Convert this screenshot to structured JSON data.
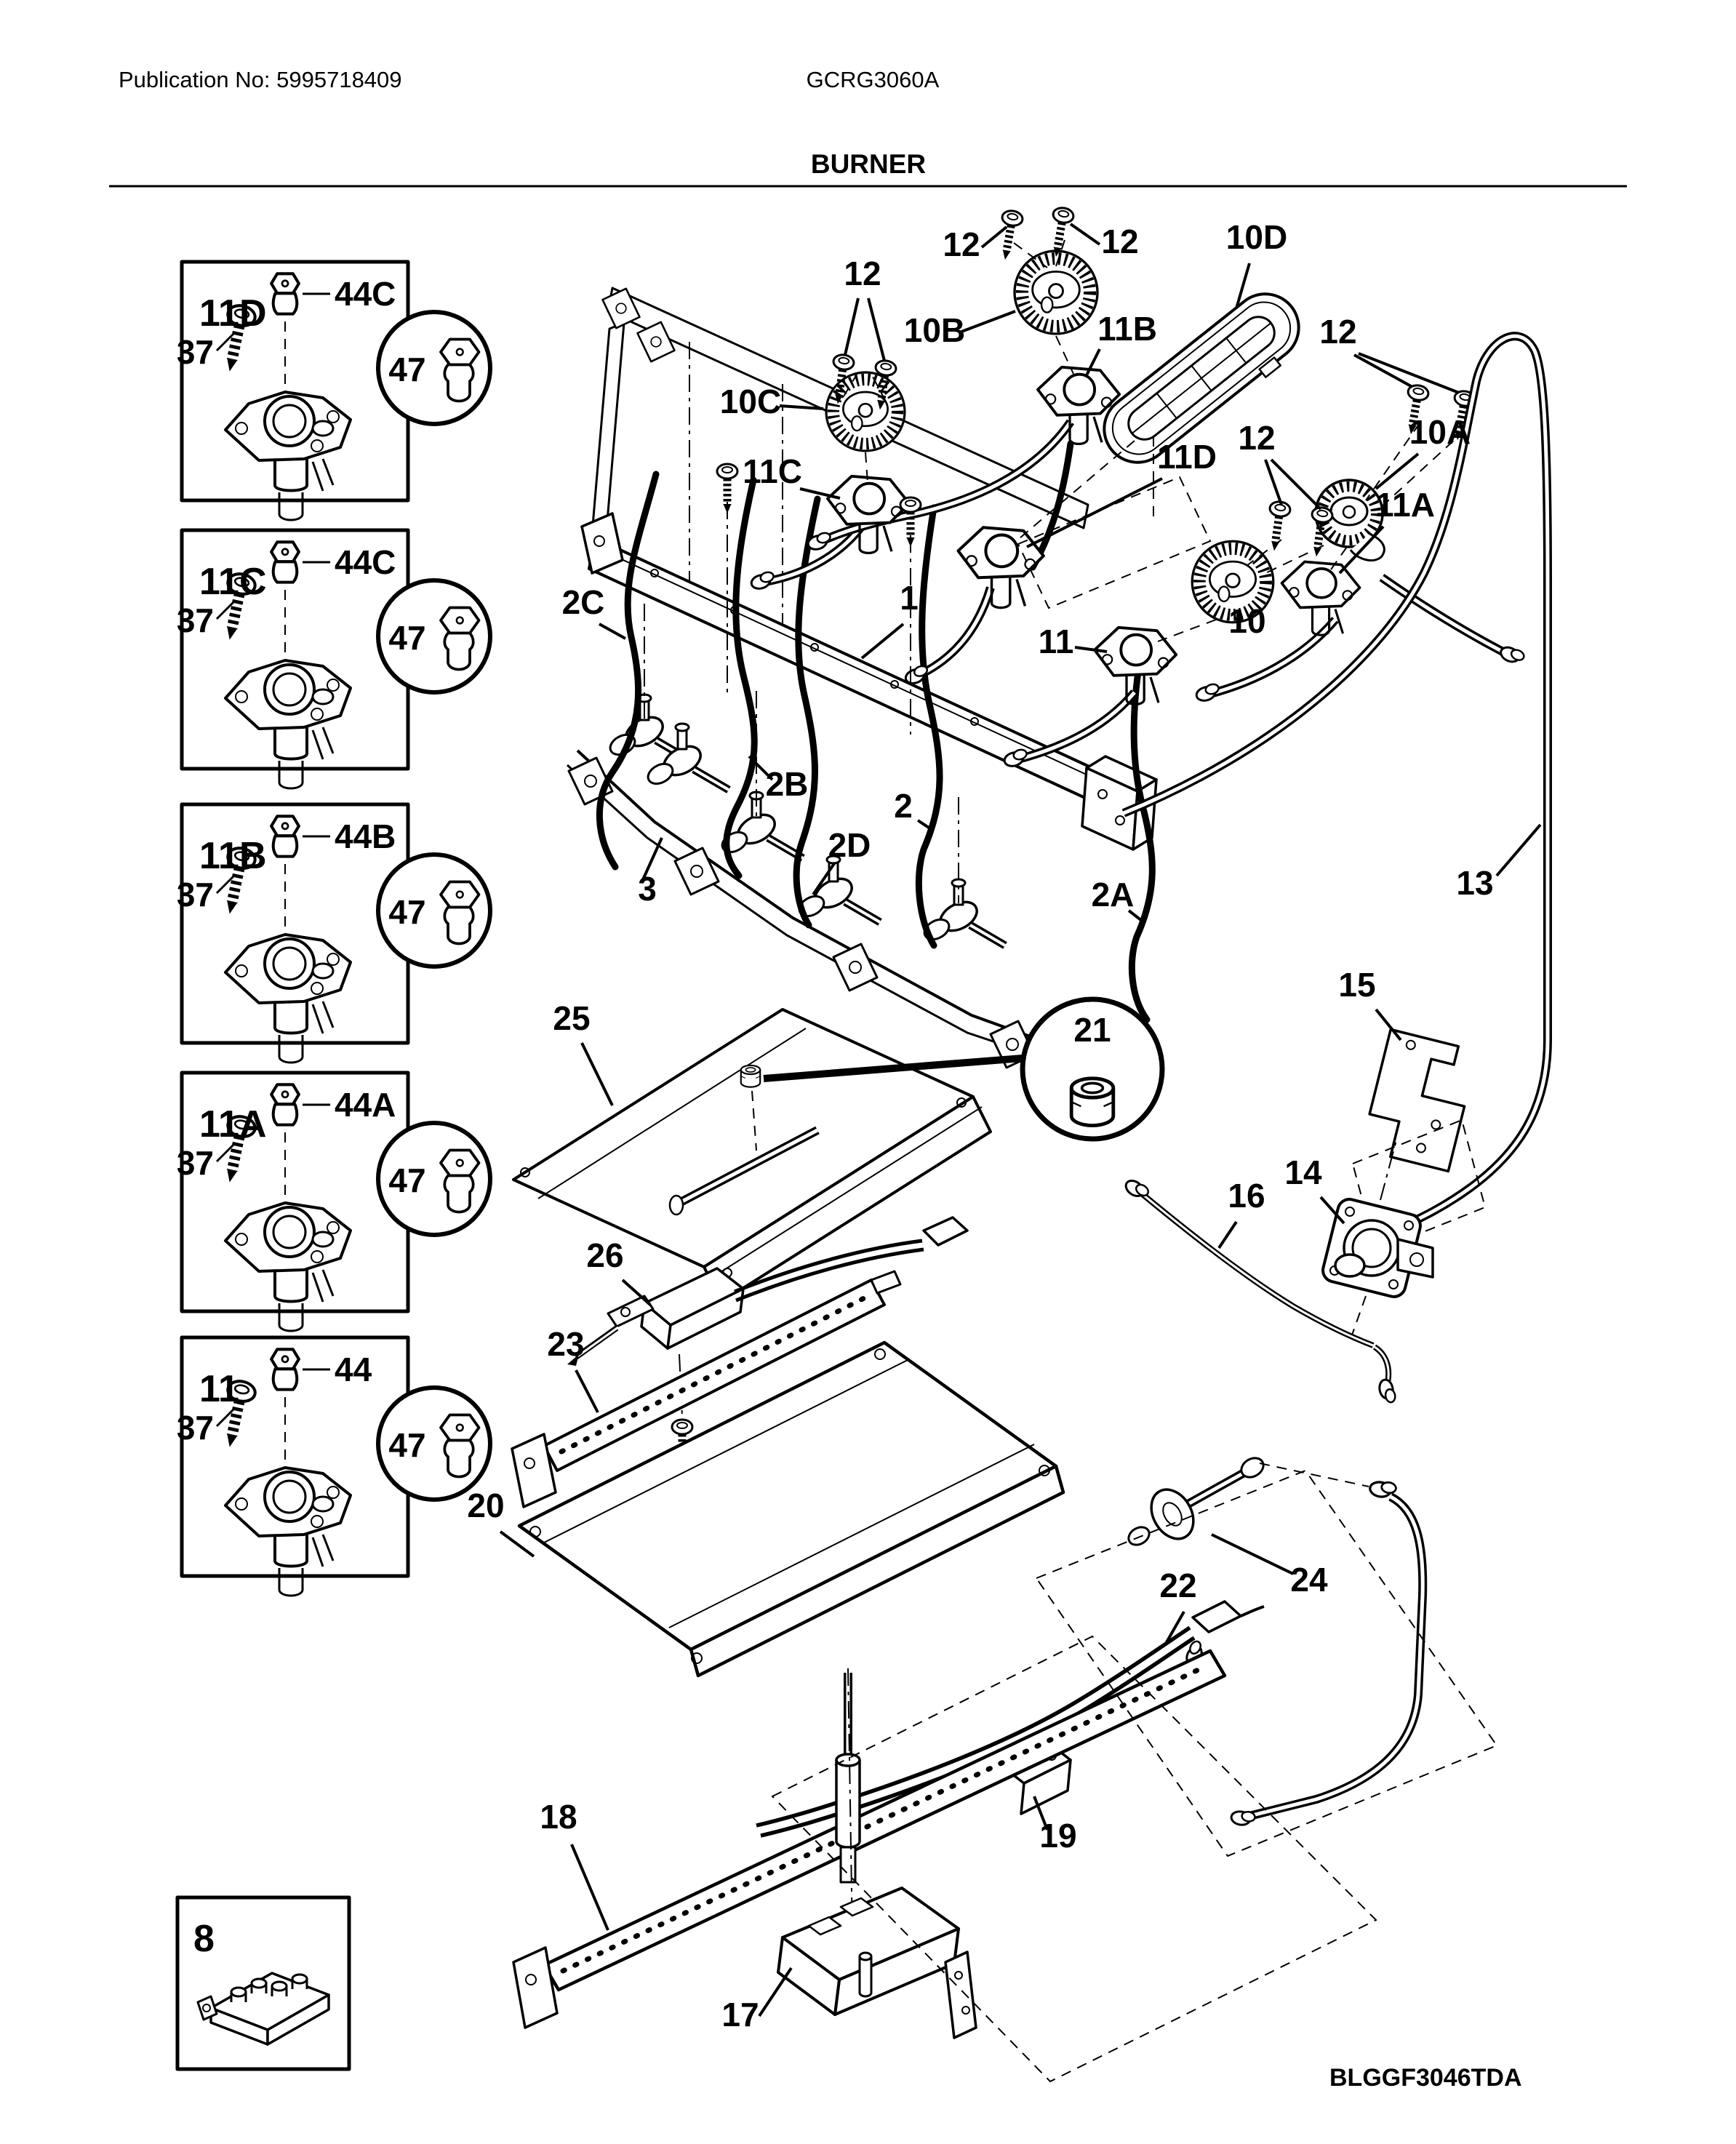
{
  "page": {
    "publication": "Publication No: 5995718409",
    "model": "GCRG3060A",
    "section_title": "BURNER",
    "diagram_code": "BLGGF3046TDA"
  },
  "detail_boxes": [
    {
      "id": "11D",
      "screw_label": "37",
      "fitting_label": "44C",
      "orifice_label": "47"
    },
    {
      "id": "11C",
      "screw_label": "37",
      "fitting_label": "44C",
      "orifice_label": "47"
    },
    {
      "id": "11B",
      "screw_label": "37",
      "fitting_label": "44B",
      "orifice_label": "47"
    },
    {
      "id": "11A",
      "screw_label": "37",
      "fitting_label": "44A",
      "orifice_label": "47"
    },
    {
      "id": "11",
      "screw_label": "37",
      "fitting_label": "44",
      "orifice_label": "47"
    },
    {
      "id": "8"
    }
  ],
  "callouts": {
    "screw_12_top_left": "12",
    "screw_12_top_right": "12",
    "screw_12_left": "12",
    "screw_12_right": "12",
    "screw_12_center": "12",
    "burner_10": "10",
    "burner_10a": "10A",
    "burner_10b": "10B",
    "burner_10c": "10C",
    "burner_10d": "10D",
    "holder_11": "11",
    "holder_11a": "11A",
    "holder_11b": "11B",
    "holder_11c": "11C",
    "holder_11d": "11D",
    "manifold_1": "1",
    "wire_2": "2",
    "wire_2a": "2A",
    "wire_2b": "2B",
    "wire_2c": "2C",
    "wire_2d": "2D",
    "bracket_3": "3",
    "pipe_13": "13",
    "regulator_14": "14",
    "bracket_15": "15",
    "tube_16": "16",
    "valve_17": "17",
    "rail_18": "18",
    "bracket_19": "19",
    "panel_20": "20",
    "nut_21": "21",
    "wires_22": "22",
    "rail_23": "23",
    "igniter_24": "24",
    "panel_25": "25",
    "module_26": "26"
  }
}
